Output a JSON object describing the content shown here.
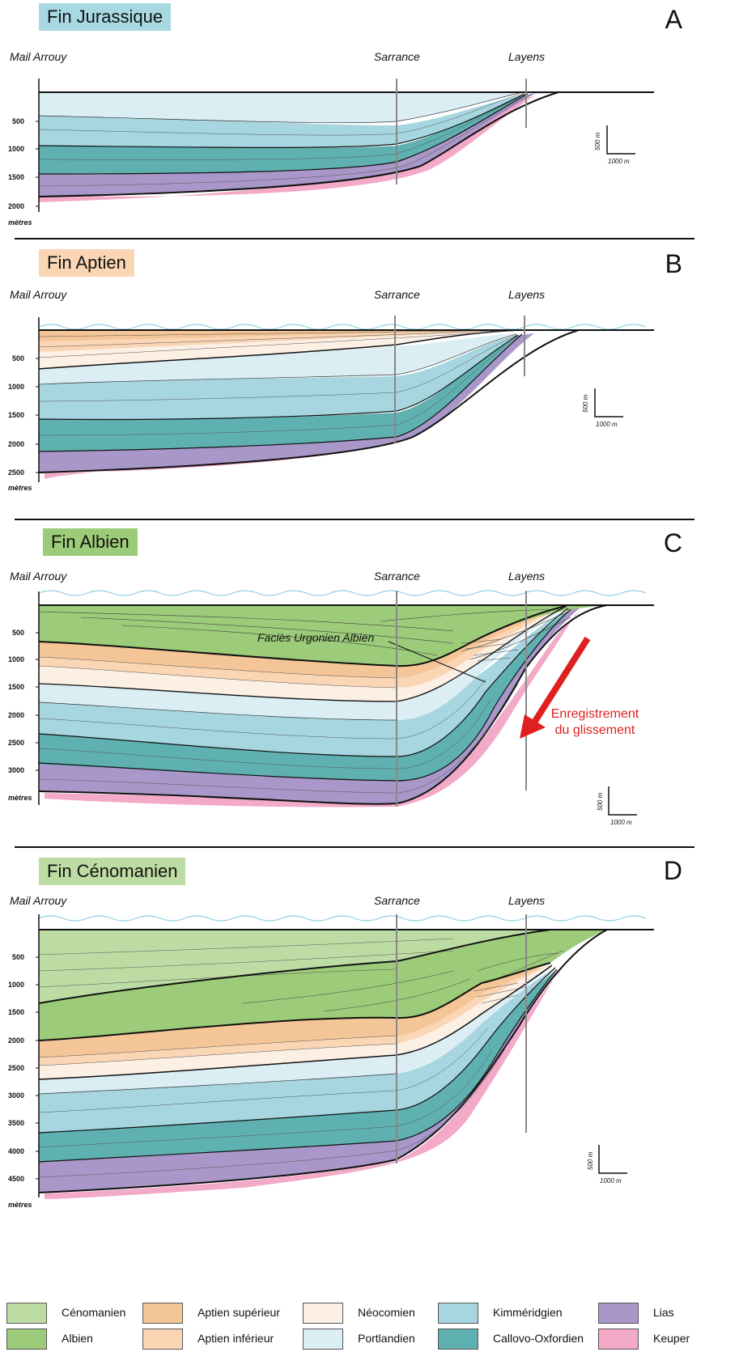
{
  "colors": {
    "cenomanien": "#bddca4",
    "albien": "#9ccb79",
    "aptien_sup": "#f4c597",
    "aptien_inf": "#fad6b5",
    "neocomien": "#fcefe4",
    "portlandien": "#daeef4",
    "kimmeridgien": "#a7d6e0",
    "callovo": "#5fb0b0",
    "lias": "#a897c8",
    "keuper": "#f3a9c8",
    "sea": "#8fcde6",
    "red": "#e02020"
  },
  "panels": [
    {
      "title": "Fin Jurassique",
      "title_color": "#a8d9e3",
      "letter": "A",
      "locations": [
        "Mail Arrouy",
        "Sarrance",
        "Layens"
      ],
      "depths": [
        "500",
        "1000",
        "1500",
        "2000"
      ],
      "unit": "mètres",
      "scale_v": "500 m",
      "scale_h": "1000 m"
    },
    {
      "title": "Fin Aptien",
      "title_color": "#fad6b5",
      "letter": "B",
      "locations": [
        "Mail Arrouy",
        "Sarrance",
        "Layens"
      ],
      "depths": [
        "500",
        "1000",
        "1500",
        "2000",
        "2500"
      ],
      "unit": "mètres",
      "scale_v": "500 m",
      "scale_h": "1000 m"
    },
    {
      "title": "Fin Albien",
      "title_color": "#9ccb79",
      "letter": "C",
      "locations": [
        "Mail Arrouy",
        "Sarrance",
        "Layens"
      ],
      "depths": [
        "500",
        "1000",
        "1500",
        "2000",
        "2500",
        "3000"
      ],
      "unit": "mètres",
      "scale_v": "500 m",
      "scale_h": "1000 m",
      "facies_label": "Faciès Urgonien Albien",
      "slide_label_1": "Enregistrement",
      "slide_label_2": "du glissement"
    },
    {
      "title": "Fin Cénomanien",
      "title_color": "#bddca4",
      "letter": "D",
      "locations": [
        "Mail Arrouy",
        "Sarrance",
        "Layens"
      ],
      "depths": [
        "500",
        "1000",
        "1500",
        "2000",
        "2500",
        "3000",
        "3500",
        "4000",
        "4500"
      ],
      "unit": "mètres",
      "scale_v": "500 m",
      "scale_h": "1000 m"
    }
  ],
  "legend": [
    {
      "label": "Cénomanien",
      "color": "#bddca4"
    },
    {
      "label": "Albien",
      "color": "#9ccb79"
    },
    {
      "label": "Aptien supérieur",
      "color": "#f4c597"
    },
    {
      "label": "Aptien inférieur",
      "color": "#fad6b5"
    },
    {
      "label": "Néocomien",
      "color": "#fcefe4"
    },
    {
      "label": "Portlandien",
      "color": "#daeef4"
    },
    {
      "label": "Kimméridgien",
      "color": "#a7d6e0"
    },
    {
      "label": "Callovo-Oxfordien",
      "color": "#5fb0b0"
    },
    {
      "label": "Lias",
      "color": "#a897c8"
    },
    {
      "label": "Keuper",
      "color": "#f3a9c8"
    }
  ]
}
